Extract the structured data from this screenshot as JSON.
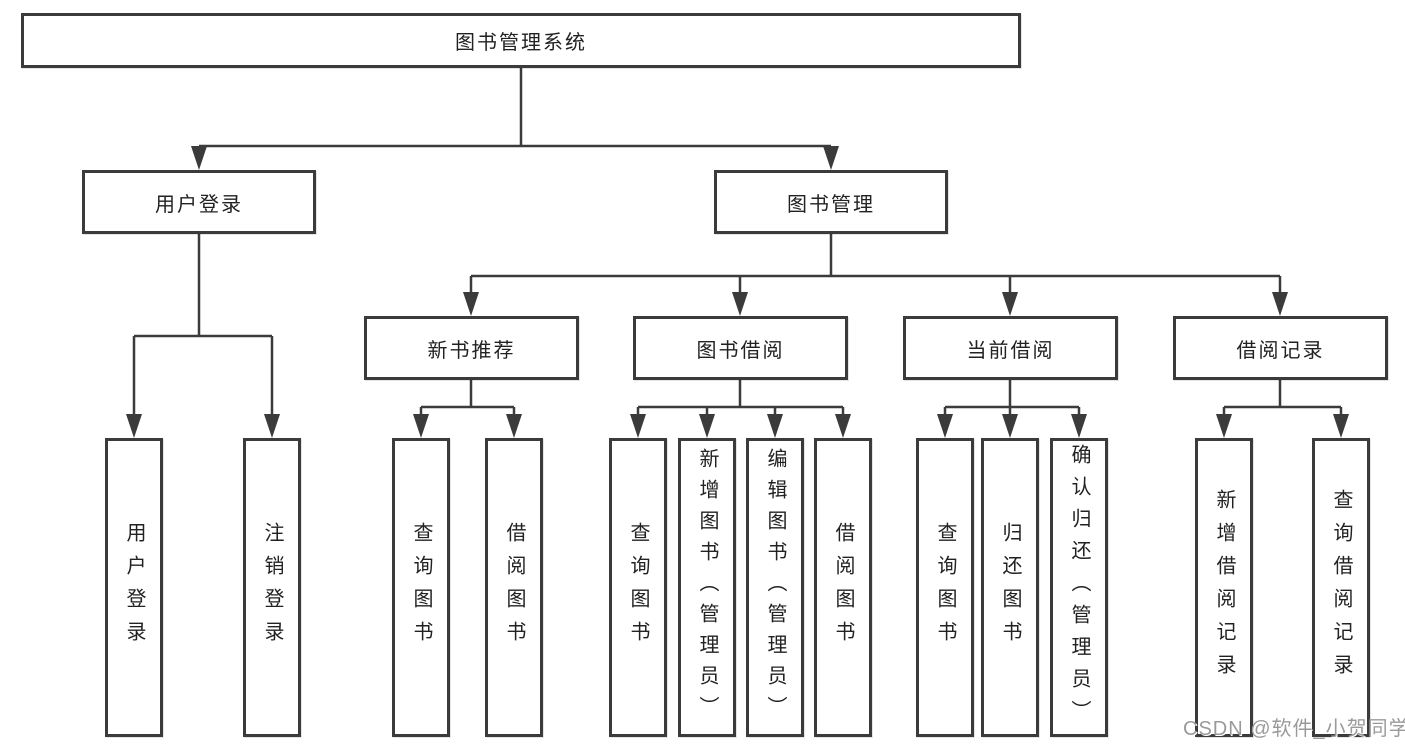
{
  "diagram": {
    "tree": {
      "label": "图书管理系统",
      "children": [
        {
          "label": "用户登录",
          "children": [
            {
              "label": "用户登录"
            },
            {
              "label": "注销登录"
            }
          ]
        },
        {
          "label": "图书管理",
          "children": [
            {
              "label": "新书推荐",
              "children": [
                {
                  "label": "查询图书"
                },
                {
                  "label": "借阅图书"
                }
              ]
            },
            {
              "label": "图书借阅",
              "children": [
                {
                  "label": "查询图书"
                },
                {
                  "label": "新增图书（管理员）"
                },
                {
                  "label": "编辑图书（管理员）"
                },
                {
                  "label": "借阅图书"
                }
              ]
            },
            {
              "label": "当前借阅",
              "children": [
                {
                  "label": "查询图书"
                },
                {
                  "label": "归还图书"
                },
                {
                  "label": "确认归还（管理员）"
                }
              ]
            },
            {
              "label": "借阅记录",
              "children": [
                {
                  "label": "新增借阅记录"
                },
                {
                  "label": "查询借阅记录"
                }
              ]
            }
          ]
        }
      ]
    },
    "colors": {
      "line": "#3b3b3b",
      "box_border": "#3b3b3b",
      "box_fill": "#ffffff",
      "text": "#222222",
      "watermark": "#9a9a9a"
    }
  },
  "watermark": {
    "text": "CSDN @软件_小贺同学"
  }
}
